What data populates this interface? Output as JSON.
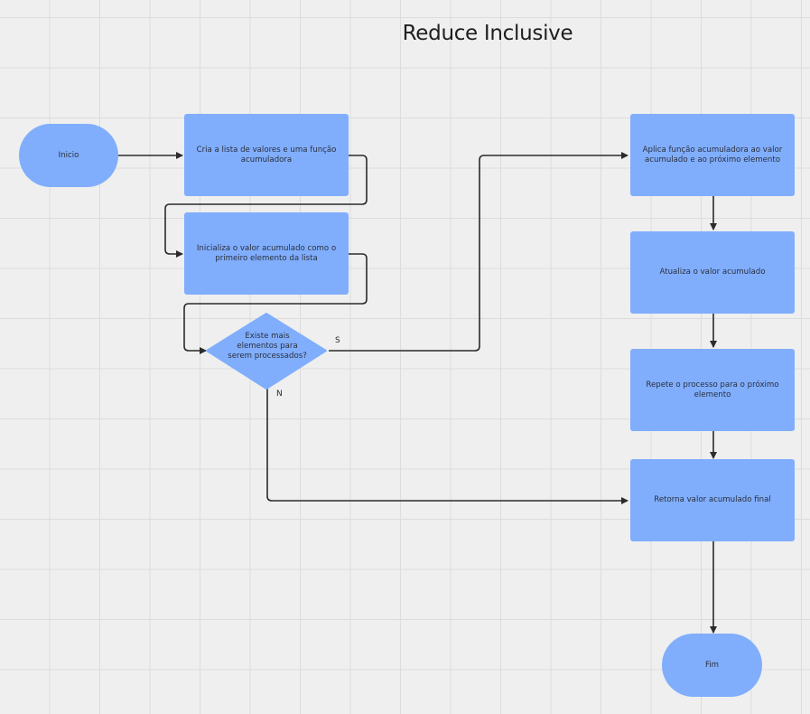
{
  "diagram": {
    "title": "Reduce Inclusive",
    "nodes": {
      "start": "Inicio",
      "create_list": "Cria a lista de valores e uma função acumuladora",
      "init_acc": "Inicializa o valor acumulado como o primeiro elemento da lista",
      "decision": "Existe mais elementos para serem processados?",
      "apply_fn": "Aplica função acumuladora ao valor acumulado e ao próximo elemento",
      "update_acc": "Atualiza o valor acumulado",
      "repeat": "Repete o processo para o próximo elemento",
      "return_final": "Retorna valor acumulado final",
      "end": "Fim"
    },
    "edge_labels": {
      "yes": "S",
      "no": "N"
    },
    "colors": {
      "node_fill": "#80aefc",
      "connector": "#2b2b2b",
      "background": "#efefef",
      "grid": "#dcdcdc"
    }
  }
}
